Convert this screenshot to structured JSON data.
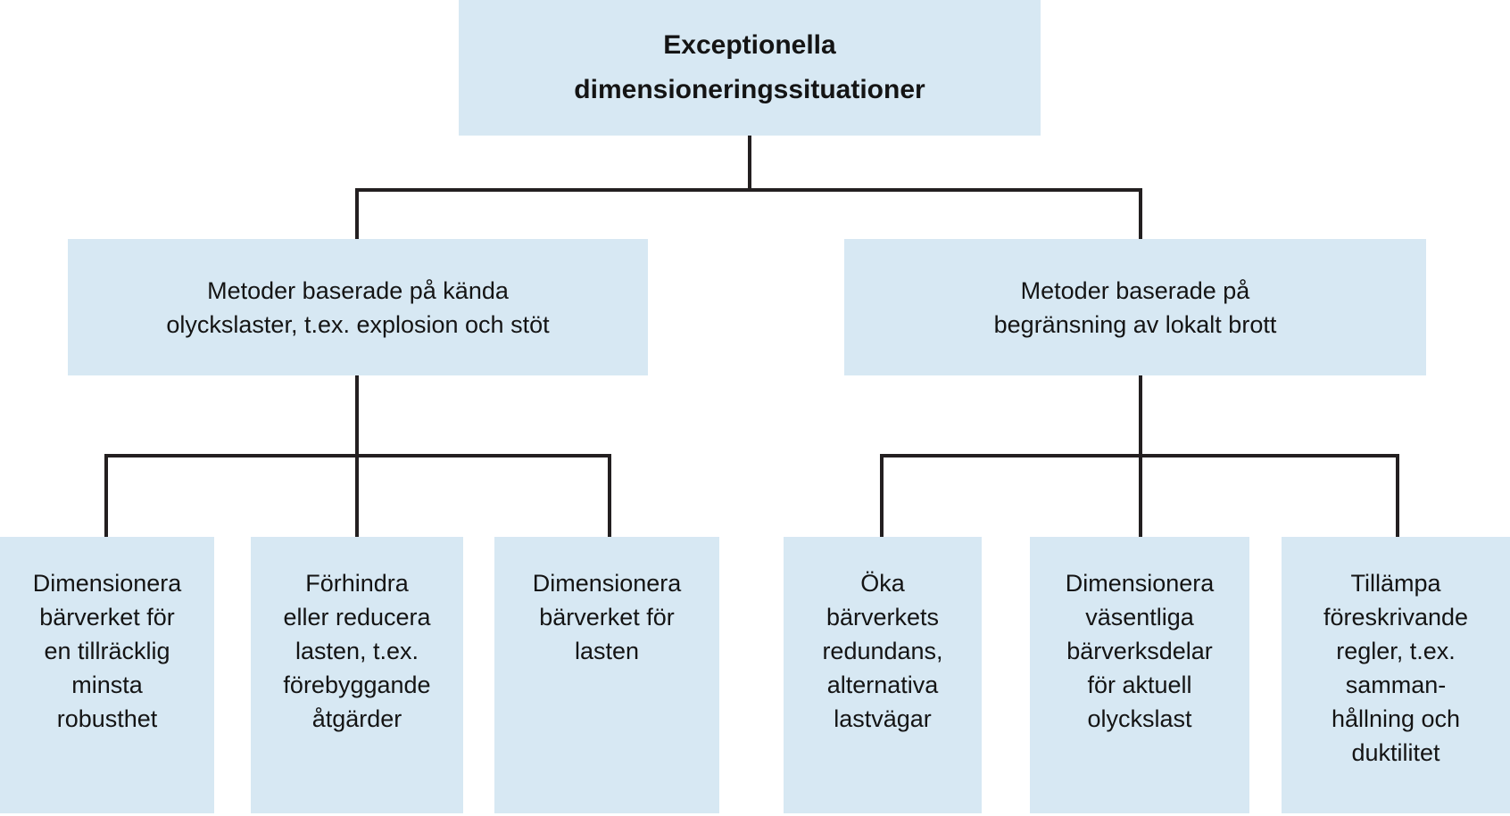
{
  "colors": {
    "box_fill": "#d7e8f3",
    "line_color": "#231f20",
    "text_color": "#141414",
    "background": "#ffffff"
  },
  "diagram": {
    "type": "flowchart-tree",
    "root": {
      "label": "Exceptionella\ndimensioneringssituationer"
    },
    "branches": [
      {
        "label": "Metoder baserade på kända\nolyckslaster, t.ex. explosion och stöt",
        "children": [
          {
            "label": "Dimensionera\nbärverket för\nen tillräcklig\nminsta\nrobusthet"
          },
          {
            "label": "Förhindra\neller reducera\nlasten, t.ex.\nförebyggande\nåtgärder"
          },
          {
            "label": "Dimensionera\nbärverket för\nlasten"
          }
        ]
      },
      {
        "label": "Metoder baserade på\nbegränsning av lokalt brott",
        "children": [
          {
            "label": "Öka\nbärverkets\nredundans,\nalternativa\nlastvägar"
          },
          {
            "label": "Dimensionera\nväsentliga\nbärverksdelar\nför aktuell\nolyckslast"
          },
          {
            "label": "Tillämpa\nföreskrivande\nregler, t.ex.\nsamman-\nhållning och\nduktilitet"
          }
        ]
      }
    ]
  }
}
